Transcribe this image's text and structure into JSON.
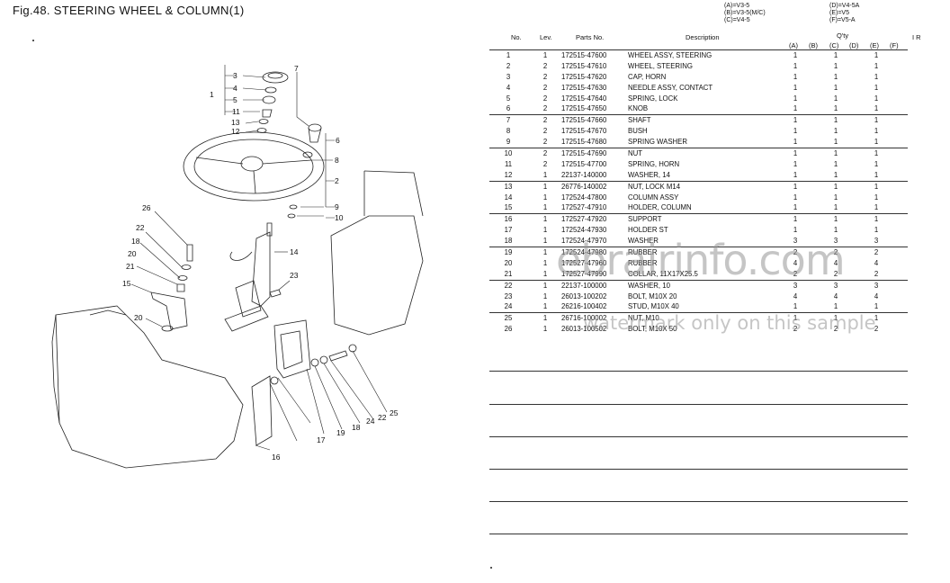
{
  "figure": {
    "title": "Fig.48.  STEERING WHEEL & COLUMN(1)"
  },
  "legend": {
    "left": [
      "(A)=V3-5",
      "(B)=V3-5(M/C)",
      "(C)=V4-5"
    ],
    "right": [
      "(D)=V4-5A",
      "(E)=V5",
      "(F)=V5-A"
    ]
  },
  "table_header": {
    "no": "No.",
    "lev": "Lev.",
    "parts_no": "Parts No.",
    "description": "Description",
    "qty": "Q'ty",
    "ir": "I  R",
    "cols": [
      "(A)",
      "(B)",
      "(C)",
      "(D)",
      "(E)",
      "(F)"
    ]
  },
  "parts": [
    {
      "no": "1",
      "lev": "1",
      "pn": "172515-47600",
      "desc": "WHEEL ASSY, STEERING",
      "a": "1",
      "c": "1",
      "e": "1"
    },
    {
      "no": "2",
      "lev": "2",
      "pn": "172515-47610",
      "desc": "WHEEL, STEERING",
      "a": "1",
      "c": "1",
      "e": "1"
    },
    {
      "no": "3",
      "lev": "2",
      "pn": "172515-47620",
      "desc": "CAP, HORN",
      "a": "1",
      "c": "1",
      "e": "1"
    },
    {
      "no": "4",
      "lev": "2",
      "pn": "172515-47630",
      "desc": "NEEDLE ASSY, CONTACT",
      "a": "1",
      "c": "1",
      "e": "1"
    },
    {
      "no": "5",
      "lev": "2",
      "pn": "172515-47640",
      "desc": "SPRING, LOCK",
      "a": "1",
      "c": "1",
      "e": "1"
    },
    {
      "no": "6",
      "lev": "2",
      "pn": "172515-47650",
      "desc": "KNOB",
      "a": "1",
      "c": "1",
      "e": "1"
    },
    {
      "no": "7",
      "lev": "2",
      "pn": "172515-47660",
      "desc": "SHAFT",
      "a": "1",
      "c": "1",
      "e": "1"
    },
    {
      "no": "8",
      "lev": "2",
      "pn": "172515-47670",
      "desc": "BUSH",
      "a": "1",
      "c": "1",
      "e": "1"
    },
    {
      "no": "9",
      "lev": "2",
      "pn": "172515-47680",
      "desc": "SPRING WASHER",
      "a": "1",
      "c": "1",
      "e": "1"
    },
    {
      "no": "10",
      "lev": "2",
      "pn": "172515-47690",
      "desc": "NUT",
      "a": "1",
      "c": "1",
      "e": "1"
    },
    {
      "no": "11",
      "lev": "2",
      "pn": "172515-47700",
      "desc": "SPRING, HORN",
      "a": "1",
      "c": "1",
      "e": "1"
    },
    {
      "no": "12",
      "lev": "1",
      "pn": "22137-140000",
      "desc": "WASHER, 14",
      "a": "1",
      "c": "1",
      "e": "1"
    },
    {
      "no": "13",
      "lev": "1",
      "pn": "26776-140002",
      "desc": "NUT, LOCK M14",
      "a": "1",
      "c": "1",
      "e": "1"
    },
    {
      "no": "14",
      "lev": "1",
      "pn": "172524-47800",
      "desc": "COLUMN ASSY",
      "a": "1",
      "c": "1",
      "e": "1"
    },
    {
      "no": "15",
      "lev": "1",
      "pn": "172527-47910",
      "desc": "HOLDER, COLUMN",
      "a": "1",
      "c": "1",
      "e": "1"
    },
    {
      "no": "16",
      "lev": "1",
      "pn": "172527-47920",
      "desc": "SUPPORT",
      "a": "1",
      "c": "1",
      "e": "1"
    },
    {
      "no": "17",
      "lev": "1",
      "pn": "172524-47930",
      "desc": "HOLDER ST",
      "a": "1",
      "c": "1",
      "e": "1"
    },
    {
      "no": "18",
      "lev": "1",
      "pn": "172524-47970",
      "desc": "WASHER",
      "a": "3",
      "c": "3",
      "e": "3"
    },
    {
      "no": "19",
      "lev": "1",
      "pn": "172524-47980",
      "desc": "RUBBER",
      "a": "2",
      "c": "2",
      "e": "2"
    },
    {
      "no": "20",
      "lev": "1",
      "pn": "172527-47960",
      "desc": "RUBBER",
      "a": "4",
      "c": "4",
      "e": "4"
    },
    {
      "no": "21",
      "lev": "1",
      "pn": "172527-47990",
      "desc": "COLLAR, 11X17X25.5",
      "a": "2",
      "c": "2",
      "e": "2"
    },
    {
      "no": "22",
      "lev": "1",
      "pn": "22137-100000",
      "desc": "WASHER, 10",
      "a": "3",
      "c": "3",
      "e": "3"
    },
    {
      "no": "23",
      "lev": "1",
      "pn": "26013-100202",
      "desc": "BOLT, M10X 20",
      "a": "4",
      "c": "4",
      "e": "4"
    },
    {
      "no": "24",
      "lev": "1",
      "pn": "26216-100402",
      "desc": "STUD, M10X 40",
      "a": "1",
      "c": "1",
      "e": "1"
    },
    {
      "no": "25",
      "lev": "1",
      "pn": "26716-100002",
      "desc": "NUT, M10",
      "a": "1",
      "c": "1",
      "e": "1"
    },
    {
      "no": "26",
      "lev": "1",
      "pn": "26013-100502",
      "desc": "BOLT, M10X 50",
      "a": "2",
      "c": "2",
      "e": "2"
    }
  ],
  "callouts": [
    "1",
    "2",
    "3",
    "4",
    "5",
    "6",
    "7",
    "8",
    "9",
    "10",
    "11",
    "12",
    "13",
    "14",
    "15",
    "16",
    "17",
    "18",
    "19",
    "20",
    "21",
    "22",
    "23",
    "24",
    "25",
    "26"
  ],
  "watermark": {
    "text": "ebrairinfo.com",
    "note": "watermark only on this sample"
  }
}
